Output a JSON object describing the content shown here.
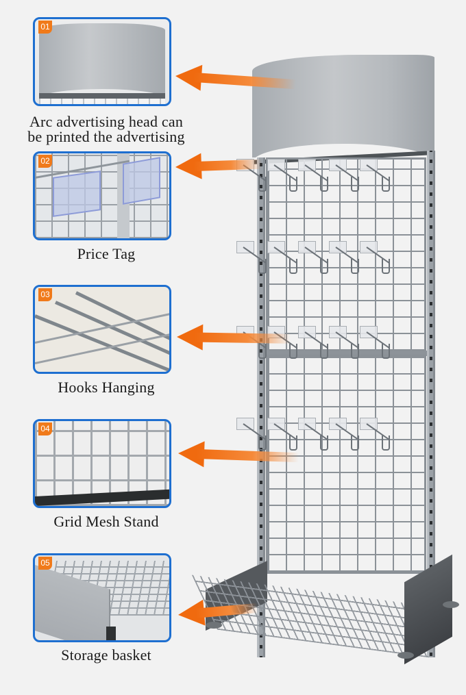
{
  "features": [
    {
      "badge": "01",
      "caption_line1": "Arc advertising head can",
      "caption_line2": "be printed the advertising",
      "subject": "arc-advertising-head"
    },
    {
      "badge": "02",
      "caption_line1": "Price Tag",
      "subject": "price-tag"
    },
    {
      "badge": "03",
      "caption_line1": "Hooks Hanging",
      "subject": "hooks"
    },
    {
      "badge": "04",
      "caption_line1": "Grid Mesh Stand",
      "subject": "grid-mesh"
    },
    {
      "badge": "05",
      "caption_line1": "Storage basket",
      "subject": "storage-basket"
    }
  ],
  "colors": {
    "badge": "#f07a1a",
    "thumb_border": "#1e6fd0",
    "arrow": "#f06a0f",
    "background": "#f2f2f2"
  },
  "product": {
    "name": "grid-mesh-display-rack"
  }
}
